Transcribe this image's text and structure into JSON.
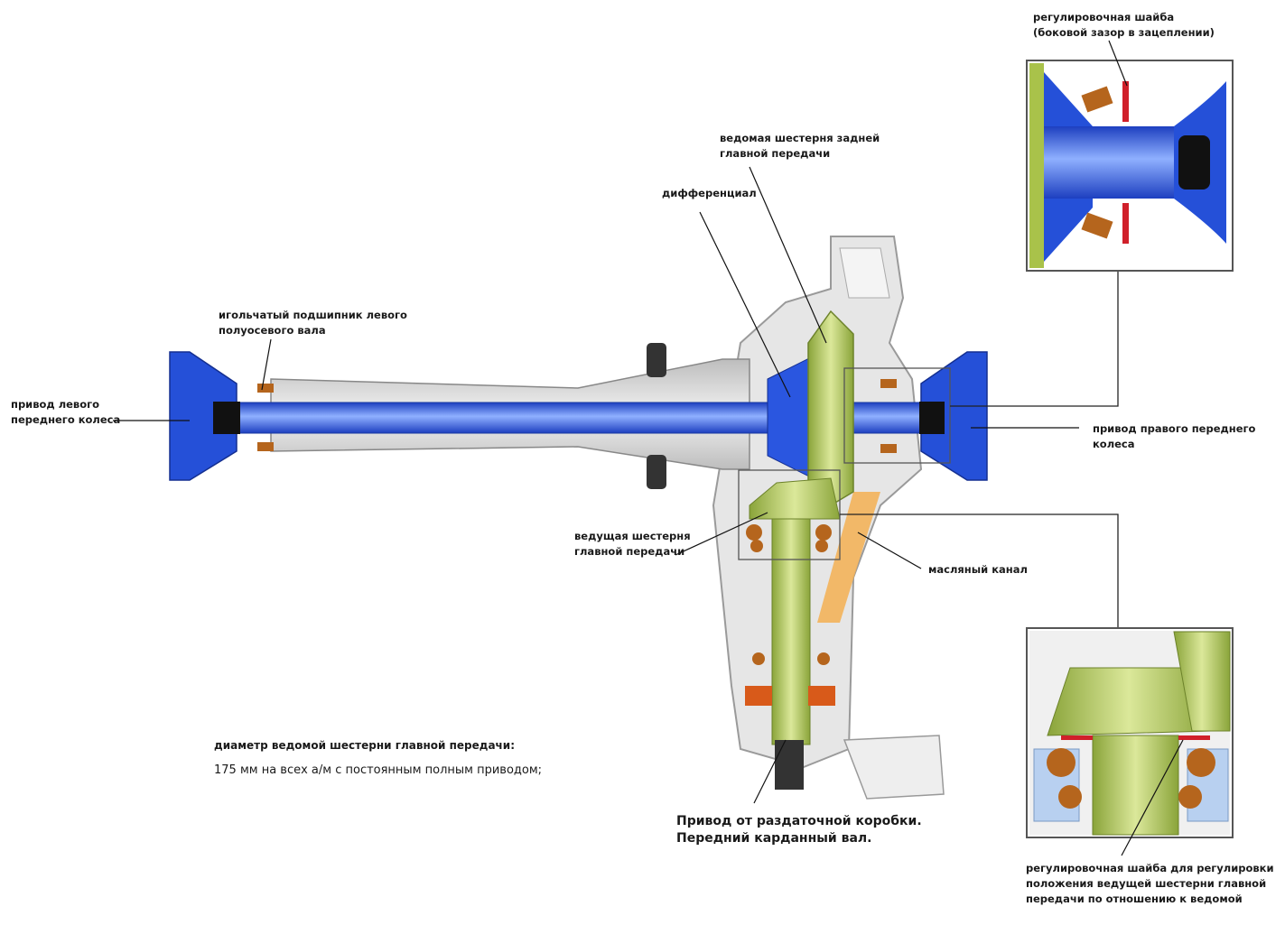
{
  "labels": {
    "left_wheel_drive": [
      "привод левого",
      "переднего колеса"
    ],
    "needle_bearing": [
      "игольчатый подшипник левого",
      "полуосевого вала"
    ],
    "differential": "дифференциал",
    "ring_gear": [
      "ведомая шестерня задней",
      "главной передачи"
    ],
    "right_wheel_drive": [
      "привод правого переднего",
      "колеса"
    ],
    "pinion_gear": [
      "ведущая шестерня",
      "главной передачи"
    ],
    "oil_channel": "масляный канал",
    "transfer_case_drive": [
      "Привод от раздаточной коробки.",
      "Передний карданный вал."
    ],
    "shim_backlash": [
      "регулировочная шайба",
      "(боковой зазор в зацеплении)"
    ],
    "shim_pinion": [
      "регулировочная шайба для регулировки",
      "положения ведущей шестерни главной",
      "передачи по отношению к ведомой"
    ],
    "diameter_title": "диаметр ведомой шестерни главной передачи:",
    "diameter_value": "175 мм на всех а/м с постоянным полным приводом;"
  },
  "colors": {
    "shaft_blue": "#2f5fe0",
    "gear_green": "#a9c24a",
    "housing_gray": "#d8d8d8",
    "oil_orange": "#f3b25a",
    "shim_red": "#d0202a",
    "bearing_brown": "#b5651d"
  }
}
